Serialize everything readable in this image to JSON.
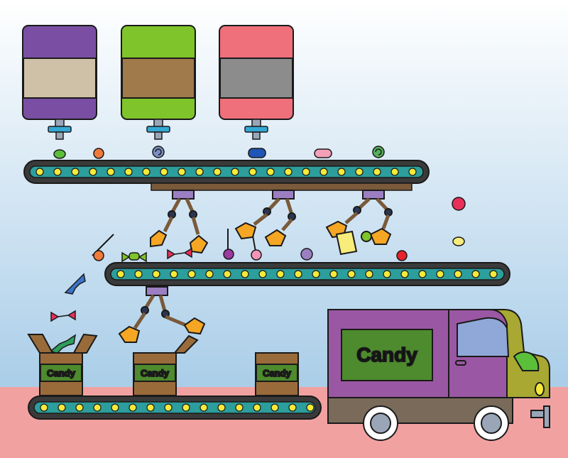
{
  "scene": {
    "sky_top": "#ffffff",
    "sky_bottom": "#a9cde8",
    "floor_color": "#f2a1a1",
    "belt_color": "#2c9e9c",
    "belt_dot_color": "#f5ea3a",
    "outline_color": "#1a1a1a"
  },
  "hoppers": [
    {
      "name": "purple-hopper",
      "top_color": "#7a4fa3",
      "band_color": "#cfc1a7"
    },
    {
      "name": "green-hopper",
      "top_color": "#7ec42a",
      "band_color": "#a07a4a"
    },
    {
      "name": "red-hopper",
      "top_color": "#ef6f7b",
      "band_color": "#8c8c8c"
    }
  ],
  "boxes": [
    {
      "label": "Candy"
    },
    {
      "label": "Candy"
    },
    {
      "label": "Candy"
    }
  ],
  "truck": {
    "sign_text": "Candy",
    "cargo_color": "#9a57a3",
    "sign_color": "#4e8a2e",
    "cab_color": "#a8a832",
    "wheel_color": "#9aa6b8"
  }
}
